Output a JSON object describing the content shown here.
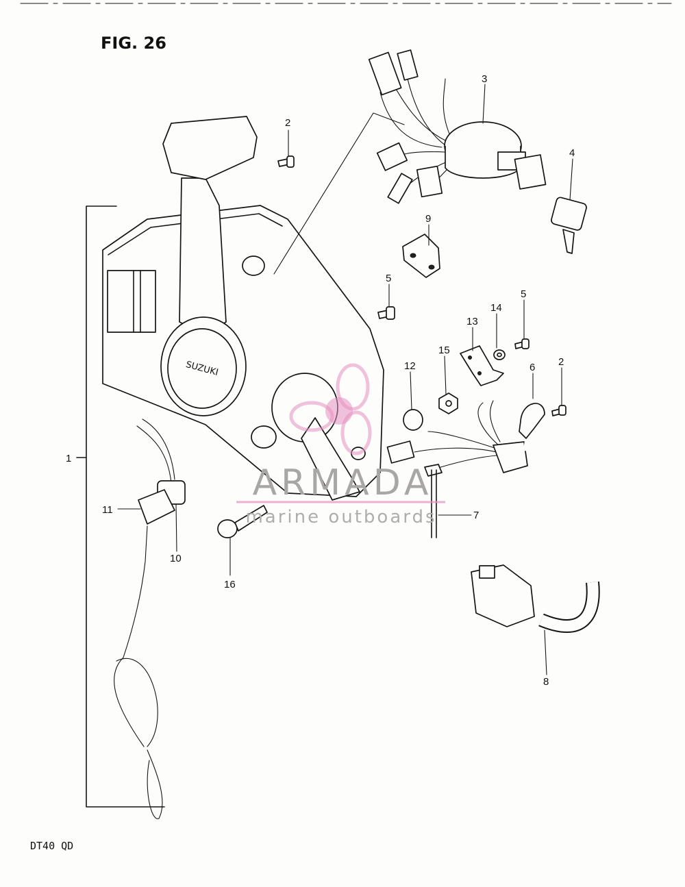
{
  "figure": {
    "title": "FIG. 26",
    "model": "DT40 QD"
  },
  "watermark": {
    "brand": "ARMADA",
    "tagline": "marine outboards",
    "color": "#e58fc0"
  },
  "callouts": [
    "1",
    "2",
    "2",
    "3",
    "4",
    "5",
    "5",
    "6",
    "7",
    "8",
    "9",
    "10",
    "11",
    "12",
    "13",
    "14",
    "15",
    "16"
  ],
  "logo_text": "SUZUKI"
}
